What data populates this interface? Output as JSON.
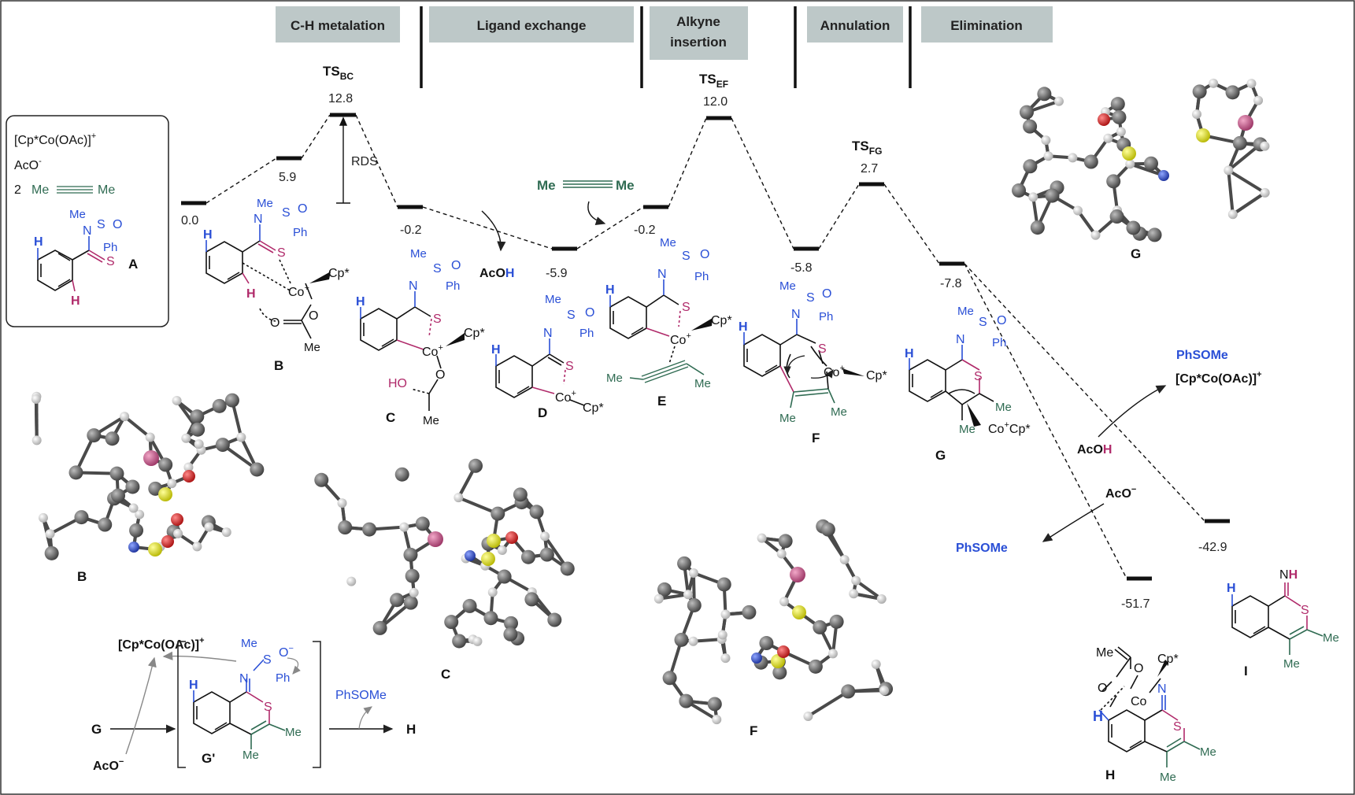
{
  "colors": {
    "stage_bg": "#bdc8c8",
    "blue": "#2a4fd6",
    "magenta": "#b02a6a",
    "green": "#2f6b52",
    "atom_co": "#c85c8a",
    "atom_s": "#e8e81a",
    "atom_o": "#dd1c1c",
    "atom_n": "#2846c8",
    "atom_c": "#5a5a5a",
    "atom_h": "#e6e6e6"
  },
  "stages": {
    "ch_metalation": "C-H metalation",
    "ligand_exchange": "Ligand exchange",
    "alkyne_insertion_1": "Alkyne",
    "alkyne_insertion_2": "insertion",
    "annulation": "Annulation",
    "elimination": "Elimination"
  },
  "energies": {
    "A": "0.0",
    "pre_B": "5.9",
    "TS_BC": "12.8",
    "C": "-0.2",
    "D": "-5.9",
    "E": "-0.2",
    "TS_EF": "12.0",
    "F": "-5.8",
    "TS_FG": "2.7",
    "G": "-7.8",
    "I": "-42.9",
    "H": "-51.7"
  },
  "ts_labels": {
    "bc_main": "TS",
    "bc_sub": "BC",
    "ef_main": "TS",
    "ef_sub": "EF",
    "fg_main": "TS",
    "fg_sub": "FG"
  },
  "rds": "RDS",
  "reagents": {
    "cat": "[Cp*Co(OAc)]",
    "cat_sup": "+",
    "aco": "AcO",
    "aco_sup": "-",
    "two": "2",
    "me": "Me"
  },
  "labels": {
    "A": "A",
    "B": "B",
    "C": "C",
    "D": "D",
    "E": "E",
    "F": "F",
    "G": "G",
    "Gp": "G'",
    "H": "H",
    "I": "I"
  },
  "chem": {
    "Me": "Me",
    "Ph": "Ph",
    "S": "S",
    "N": "N",
    "O": "O",
    "H": "H",
    "Co": "Co",
    "Co_plus": "Co",
    "plus": "+",
    "Cp": "Cp*",
    "AcOH_ac": "Ac",
    "AcOH_o": "O",
    "AcOH_h": "H",
    "PhSOMe": "PhSOMe",
    "cat_out": "[Cp*Co(OAc)]",
    "cat_out_sup": "+",
    "AcOH2_ac": "AcO",
    "AcOH2_h": "H",
    "AcOm": "AcO",
    "minus": "−",
    "NH_n": "N",
    "NH_h": "H",
    "HO": "HO",
    "O_minus": "O",
    "Cop_Cp": "Co",
    "CoCp": "Co",
    "CoCp_Cp": "Cp*"
  },
  "scheme": {
    "cat": "[Cp*Co(OAc)]",
    "cat_sup": "+",
    "G": "G",
    "H": "H",
    "AcO": "AcO",
    "minus": "−",
    "PhSOMe": "PhSOMe"
  }
}
